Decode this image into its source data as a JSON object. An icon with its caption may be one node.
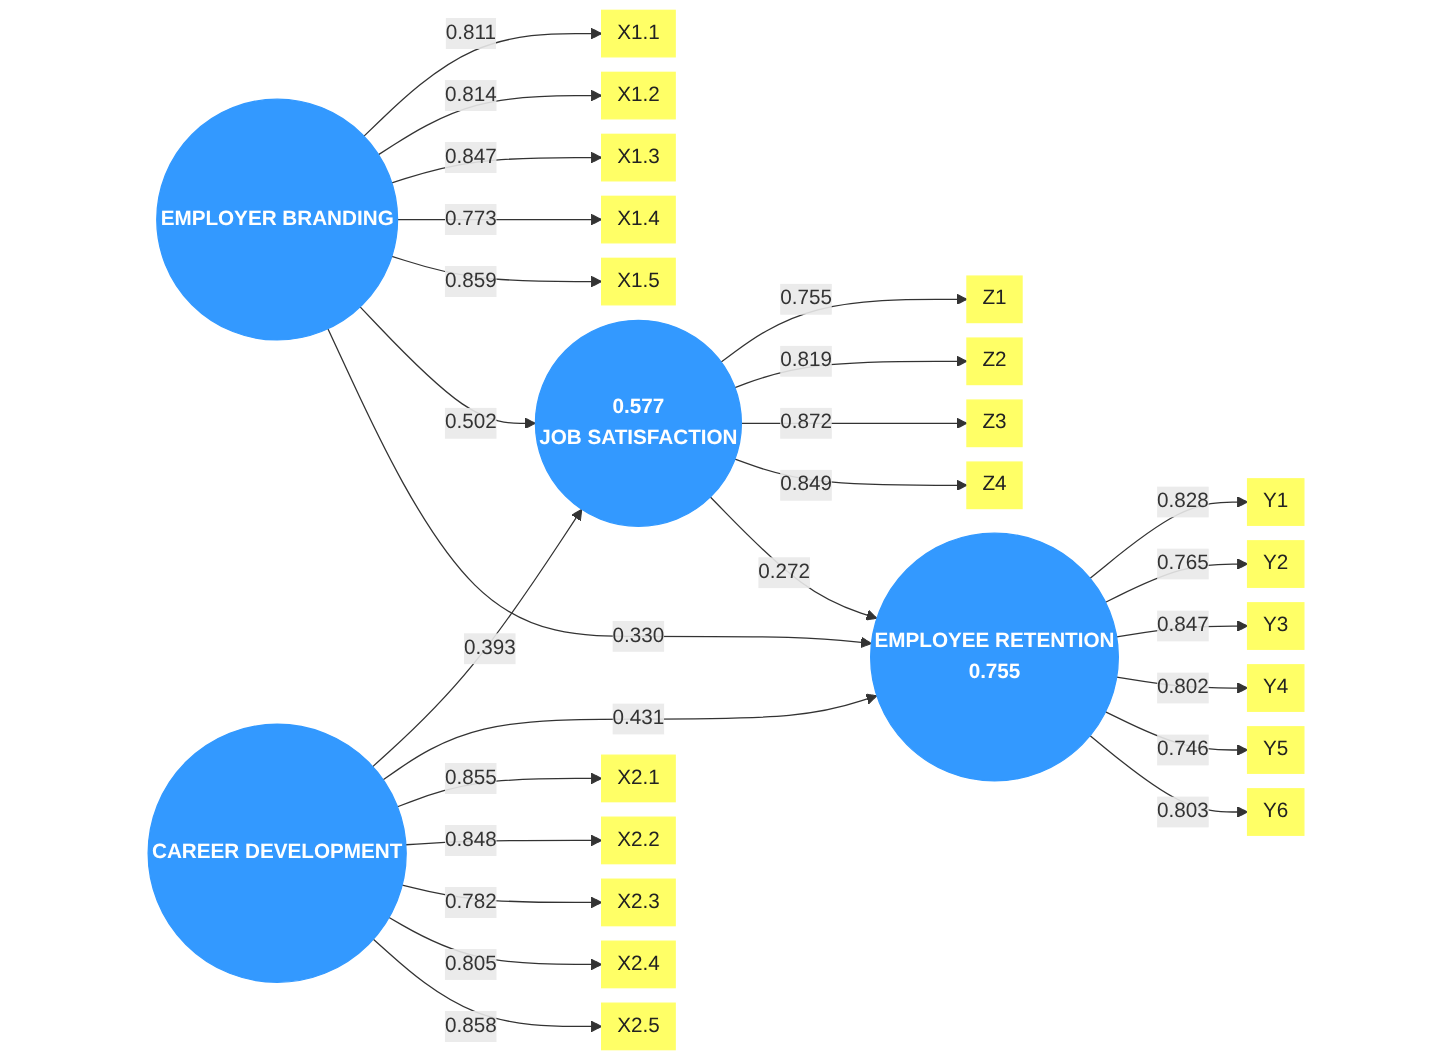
{
  "diagram": {
    "nodes": [
      {
        "text": [
          "X1.1"
        ]
      },
      {
        "text": [
          "X1.2"
        ]
      },
      {
        "text": [
          "X1.3"
        ]
      },
      {
        "text": [
          "X1.4"
        ]
      },
      {
        "text": [
          "X1.5"
        ]
      },
      {
        "text": [
          "EMPLOYER BRANDING"
        ]
      },
      {
        "text": [
          "Z1"
        ]
      },
      {
        "text": [
          "Z2"
        ]
      },
      {
        "text": [
          "Z3"
        ]
      },
      {
        "text": [
          "Z4"
        ]
      },
      {
        "text": [
          "0.577",
          "JOB SATISFACTION"
        ]
      },
      {
        "text": [
          "EMPLOYEE RETENTION",
          "0.755"
        ]
      },
      {
        "text": [
          "Y1"
        ]
      },
      {
        "text": [
          "Y2"
        ]
      },
      {
        "text": [
          "Y3"
        ]
      },
      {
        "text": [
          "Y4"
        ]
      },
      {
        "text": [
          "Y5"
        ]
      },
      {
        "text": [
          "Y6"
        ]
      },
      {
        "text": [
          "X2.1"
        ]
      },
      {
        "text": [
          "X2.2"
        ]
      },
      {
        "text": [
          "X2.3"
        ]
      },
      {
        "text": [
          "X2.4"
        ]
      },
      {
        "text": [
          "X2.5"
        ]
      },
      {
        "text": [
          "CAREER DEVELOPMENT"
        ]
      }
    ],
    "edges": [
      {
        "from": 5,
        "to": 0,
        "arrow": "to",
        "label": "0.811"
      },
      {
        "from": 5,
        "to": 1,
        "arrow": "to",
        "label": "0.814"
      },
      {
        "from": 5,
        "to": 2,
        "arrow": "to",
        "label": "0.847"
      },
      {
        "from": 5,
        "to": 3,
        "arrow": "to",
        "label": "0.773"
      },
      {
        "from": 5,
        "to": 4,
        "arrow": "to",
        "label": "0.859"
      },
      {
        "from": 5,
        "to": 10,
        "arrow": "to",
        "label": "0.502"
      },
      {
        "from": 5,
        "to": 11,
        "arrow": "to",
        "label": "0.330"
      },
      {
        "from": 10,
        "to": 6,
        "arrow": "to",
        "label": "0.755"
      },
      {
        "from": 10,
        "to": 7,
        "arrow": "to",
        "label": "0.819"
      },
      {
        "from": 10,
        "to": 8,
        "arrow": "to",
        "label": "0.872"
      },
      {
        "from": 10,
        "to": 9,
        "arrow": "to",
        "label": "0.849"
      },
      {
        "from": 10,
        "to": 11,
        "arrow": "to",
        "label": "0.272"
      },
      {
        "from": 11,
        "to": 12,
        "arrow": "to",
        "label": "0.828"
      },
      {
        "from": 11,
        "to": 13,
        "arrow": "to",
        "label": "0.765"
      },
      {
        "from": 11,
        "to": 14,
        "arrow": "to",
        "label": "0.847"
      },
      {
        "from": 11,
        "to": 15,
        "arrow": "to",
        "label": "0.802"
      },
      {
        "from": 11,
        "to": 16,
        "arrow": "to",
        "label": "0.746"
      },
      {
        "from": 11,
        "to": 17,
        "arrow": "to",
        "label": "0.803"
      },
      {
        "from": 23,
        "to": 10,
        "arrow": "to",
        "label": "0.393"
      },
      {
        "from": 23,
        "to": 11,
        "arrow": "to",
        "label": "0.431"
      },
      {
        "from": 23,
        "to": 18,
        "arrow": "to",
        "label": "0.855"
      },
      {
        "from": 23,
        "to": 19,
        "arrow": "to",
        "label": "0.848"
      },
      {
        "from": 23,
        "to": 20,
        "arrow": "to",
        "label": "0.782"
      },
      {
        "from": 23,
        "to": 21,
        "arrow": "to",
        "label": "0.805"
      },
      {
        "from": 23,
        "to": 22,
        "arrow": "to",
        "label": "0.858"
      }
    ]
  }
}
